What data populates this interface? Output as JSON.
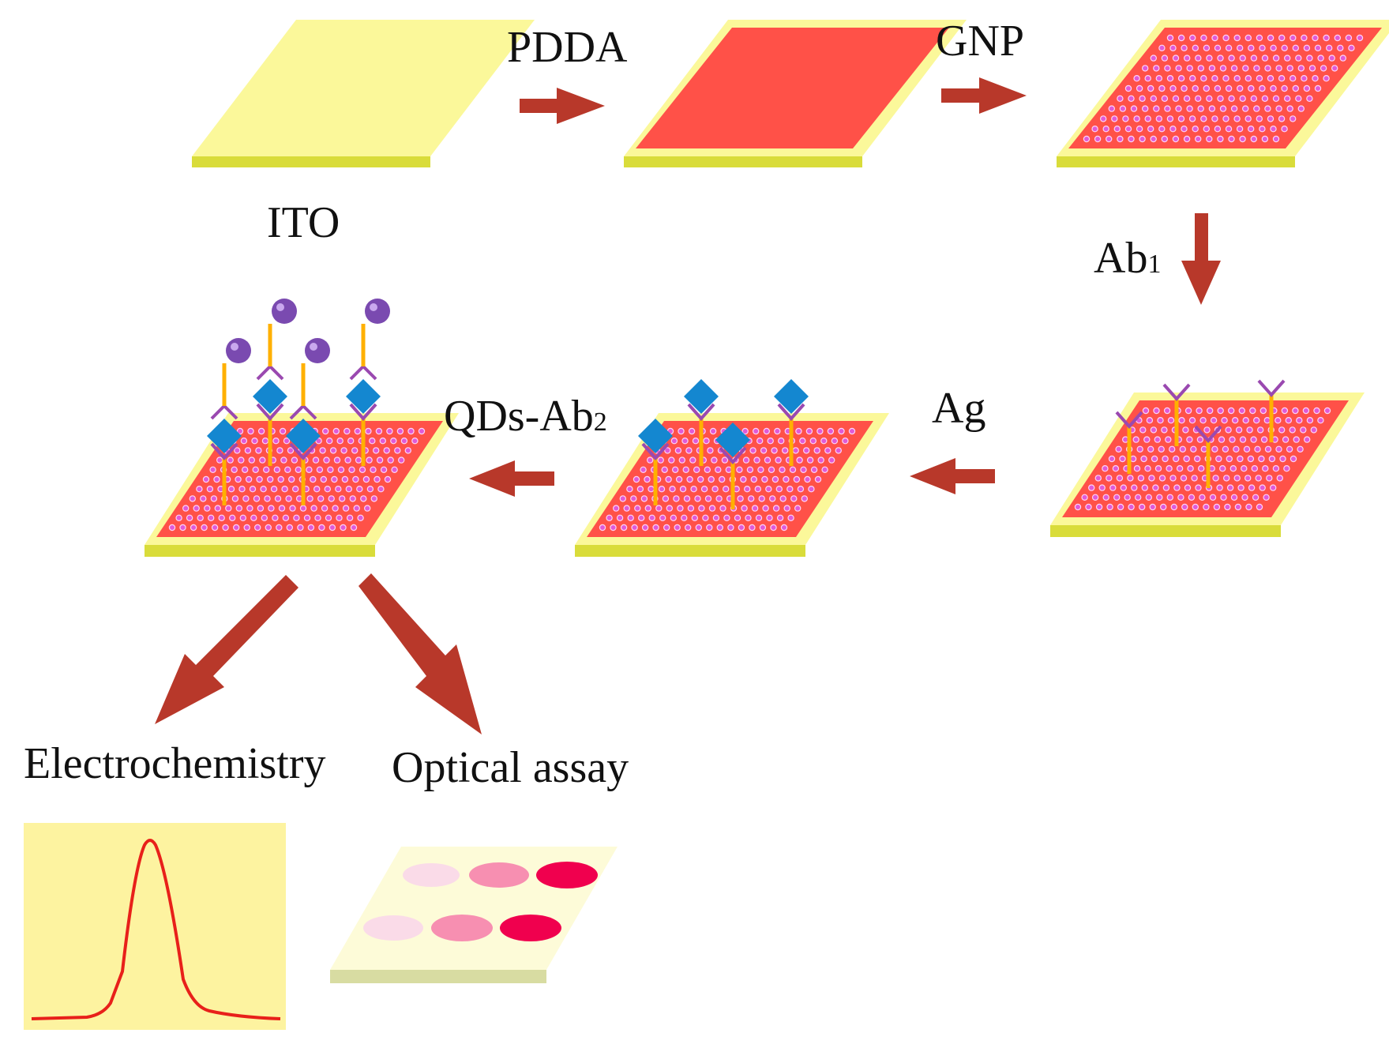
{
  "labels": {
    "ito": "ITO",
    "pdda": "PDDA",
    "gnp": "GNP",
    "ab1_main": "Ab",
    "ab1_sub": "1",
    "ag": "Ag",
    "qds_main": "QDs-Ab",
    "qds_sub": "2",
    "electrochemistry": "Electrochemistry",
    "optical": "Optical assay"
  },
  "colors": {
    "ito": "#fbf89a",
    "ito_edge": "#d9dc3a",
    "pdda": "#ff5148",
    "arrow": "#b8382a",
    "gnp_dot": "#e05ad8",
    "antibody_stem": "#ffb000",
    "antibody_arm": "#9a49b0",
    "antigen": "#1487d0",
    "quantum_dot": "#7a4ab0",
    "curve": "#e8201a",
    "plot_bg": "#fdf3a0",
    "well_light": "#fadbe8",
    "well_mid": "#f78fb1",
    "well_dark": "#f0004e"
  },
  "stages": [
    {
      "id": "ito",
      "layers": [
        "ITO"
      ]
    },
    {
      "id": "pdda",
      "layers": [
        "ITO",
        "PDDA"
      ]
    },
    {
      "id": "gnp",
      "layers": [
        "ITO",
        "PDDA",
        "GNP"
      ]
    },
    {
      "id": "ab1",
      "layers": [
        "ITO",
        "PDDA",
        "GNP",
        "Ab1"
      ]
    },
    {
      "id": "ag",
      "layers": [
        "ITO",
        "PDDA",
        "GNP",
        "Ab1",
        "Ag"
      ]
    },
    {
      "id": "qds",
      "layers": [
        "ITO",
        "PDDA",
        "GNP",
        "Ab1",
        "Ag",
        "QDs-Ab2"
      ]
    }
  ],
  "readouts": {
    "electrochemistry": {
      "type": "peak"
    },
    "optical": {
      "wells_per_row": 3,
      "rows": 2,
      "shades": [
        "light",
        "mid",
        "dark"
      ]
    }
  }
}
